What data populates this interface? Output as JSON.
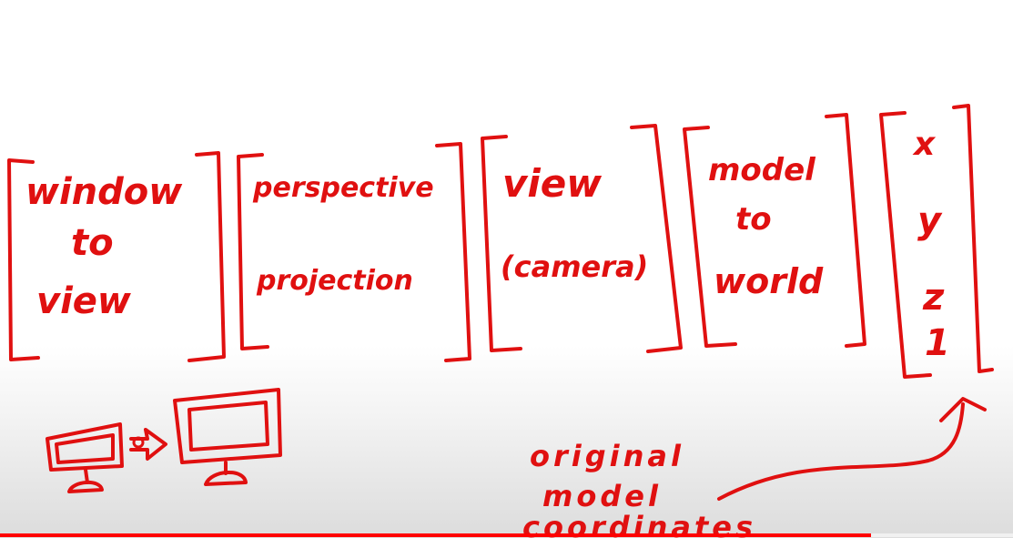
{
  "whiteboard": {
    "ink_color": "#e01010",
    "matrices": [
      {
        "lines": [
          "window",
          "to",
          "view"
        ]
      },
      {
        "lines": [
          "perspective",
          "projection"
        ]
      },
      {
        "lines": [
          "view",
          "(camera)"
        ]
      },
      {
        "lines": [
          "model",
          "to",
          "world"
        ]
      }
    ],
    "vector": [
      "x",
      "y",
      "z",
      "1"
    ],
    "annotation": [
      "original",
      "model",
      "coordinates"
    ],
    "icons": [
      "small-monitor-icon",
      "arrow-icon",
      "large-monitor-icon",
      "curved-arrow-icon"
    ]
  },
  "player": {
    "progress_color": "#ff0000",
    "progress_fraction": 0.86
  }
}
